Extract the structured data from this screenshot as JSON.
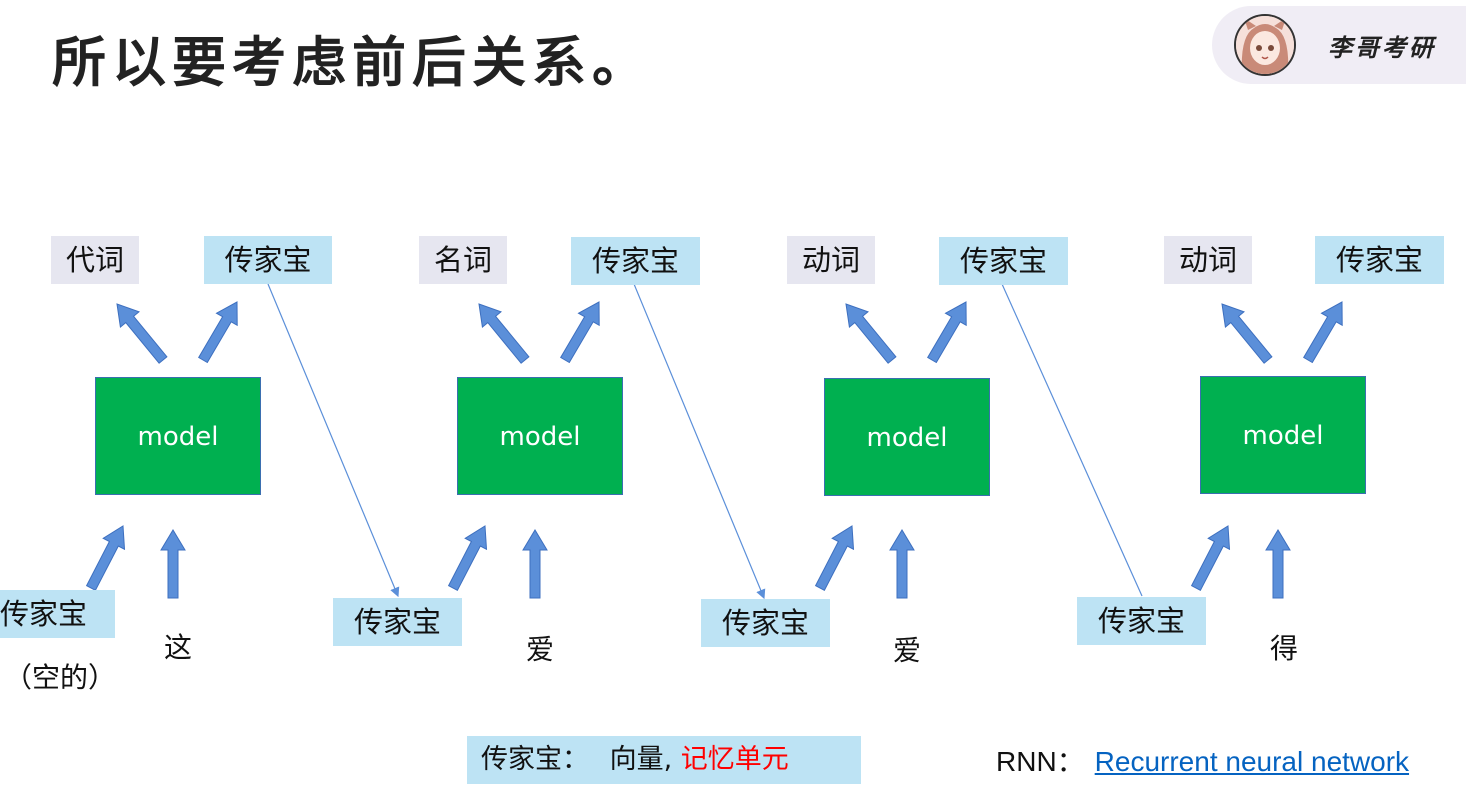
{
  "title": "所以要考虑前后关系。",
  "brand": {
    "name": "李哥考研",
    "logo_icon": "anime-girl-avatar-icon"
  },
  "steps": [
    {
      "output_label": "代词",
      "state_out": "传家宝",
      "model": "model",
      "state_in": "传家宝",
      "state_in_note": "（空的）",
      "input_word": "这"
    },
    {
      "output_label": "名词",
      "state_out": "传家宝",
      "model": "model",
      "state_in": "传家宝",
      "input_word": "爱"
    },
    {
      "output_label": "动词",
      "state_out": "传家宝",
      "model": "model",
      "state_in": "传家宝",
      "input_word": "爱"
    },
    {
      "output_label": "动词",
      "state_out": "传家宝",
      "model": "model",
      "state_in": "传家宝",
      "input_word": "得"
    }
  ],
  "legend": {
    "term": "传家宝：",
    "meaning": "向量,",
    "highlight": "记忆单元"
  },
  "footer": {
    "rnn_label": "RNN：",
    "rnn_link": "Recurrent neural network"
  },
  "colors": {
    "model_fill": "#00b050",
    "arrow_fill": "#5b8fd9",
    "state_box": "#bde3f4",
    "output_box": "#e6e6f0",
    "highlight": "#ff0000"
  }
}
